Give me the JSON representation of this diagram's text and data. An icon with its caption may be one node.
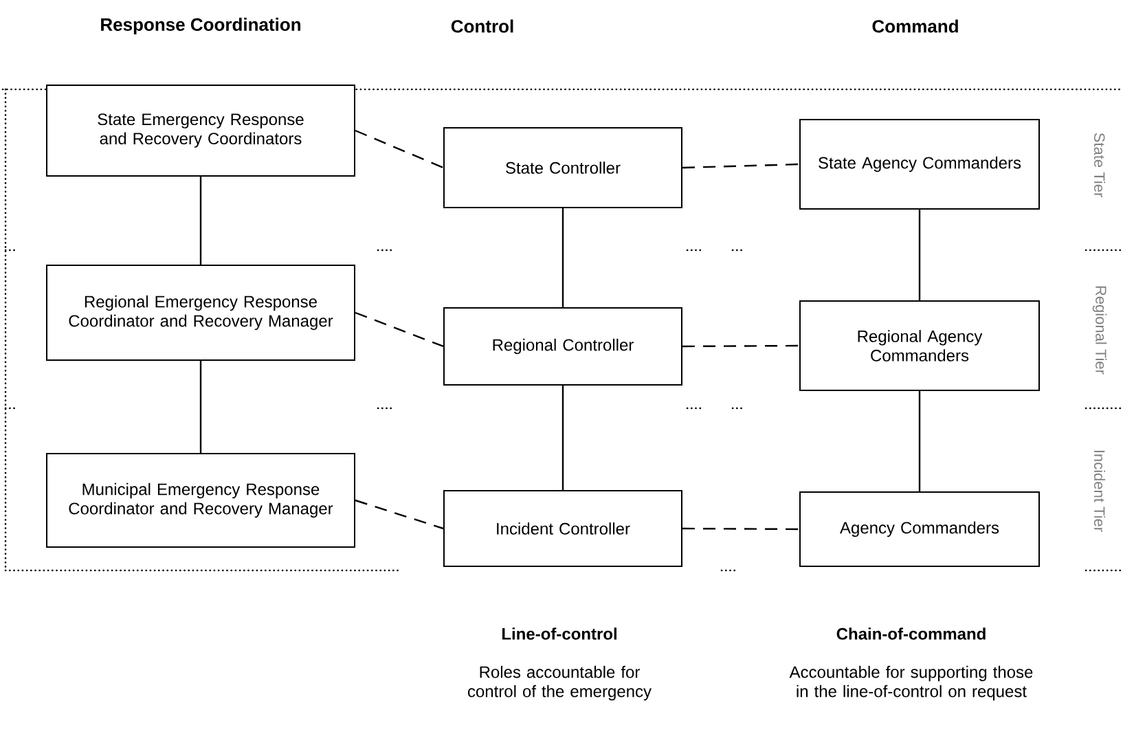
{
  "diagram": {
    "nodes": [
      {
        "text": [
          "State Emergency Response and Recovery Coordinators"
        ]
      },
      {
        "text": [
          "Regional Emergency Response Coordinator and Recovery Manager"
        ]
      },
      {
        "text": [
          "Municipal Emergency Response Coordinator and Recovery Manager"
        ]
      },
      {
        "text": [
          "State Controller"
        ]
      },
      {
        "text": [
          "Regional Controller"
        ]
      },
      {
        "text": [
          "Incident Controller"
        ]
      },
      {
        "text": [
          "State Agency Commanders"
        ]
      },
      {
        "text": [
          "Regional Agency Commanders"
        ]
      },
      {
        "text": [
          "Agency Commanders"
        ]
      }
    ],
    "edges": [
      {
        "from": 0,
        "to": 1,
        "arrow": "none"
      },
      {
        "from": 1,
        "to": 2,
        "arrow": "none"
      },
      {
        "from": 3,
        "to": 4,
        "arrow": "none"
      },
      {
        "from": 4,
        "to": 5,
        "arrow": "none"
      },
      {
        "from": 6,
        "to": 7,
        "arrow": "none"
      },
      {
        "from": 7,
        "to": 8,
        "arrow": "none"
      },
      {
        "from": 0,
        "to": 3,
        "arrow": "none",
        "style": "dashed"
      },
      {
        "from": 3,
        "to": 6,
        "arrow": "none",
        "style": "dashed"
      },
      {
        "from": 1,
        "to": 4,
        "arrow": "none",
        "style": "dashed"
      },
      {
        "from": 4,
        "to": 7,
        "arrow": "none",
        "style": "dashed"
      },
      {
        "from": 2,
        "to": 5,
        "arrow": "none",
        "style": "dashed"
      },
      {
        "from": 5,
        "to": 8,
        "arrow": "none",
        "style": "dashed"
      }
    ],
    "labels": [
      "Response Coordination",
      "Control",
      "Command",
      "State Tier",
      "Regional Tier",
      "Incident Tier",
      "Line-of-control",
      "Roles accountable for control of the emergency",
      "Chain-of-command",
      "Accountable for supporting those in the line-of-control on request"
    ]
  }
}
